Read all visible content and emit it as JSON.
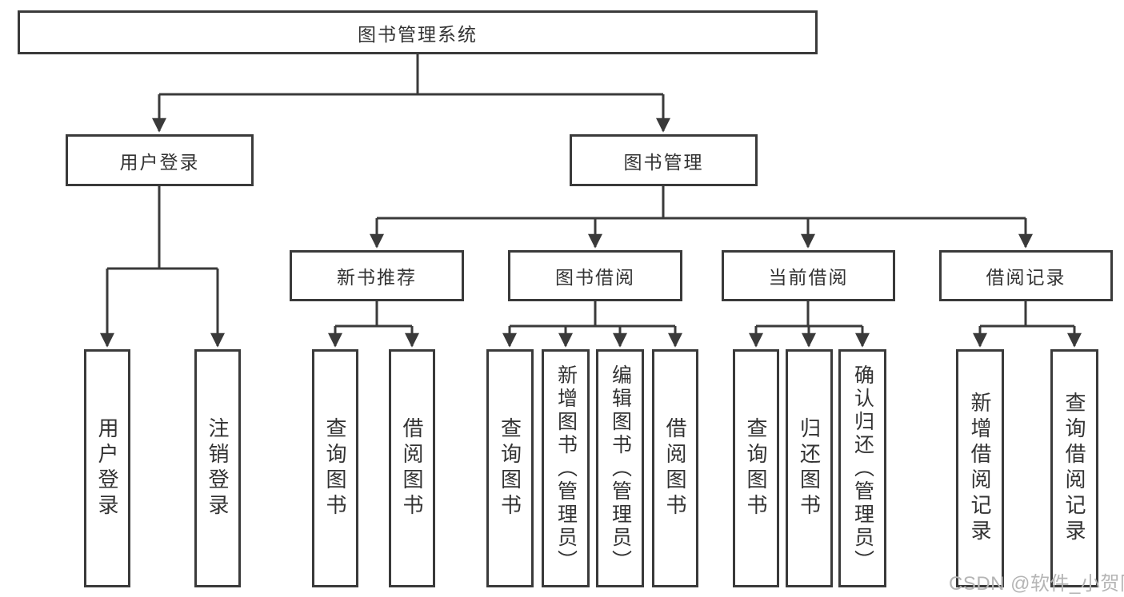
{
  "diagram": {
    "root": {
      "label": "图书管理系统"
    },
    "branches": [
      {
        "label": "用户登录",
        "leaves": [
          {
            "label": "用户登录"
          },
          {
            "label": "注销登录"
          }
        ]
      },
      {
        "label": "图书管理",
        "children": [
          {
            "label": "新书推荐",
            "leaves": [
              {
                "label": "查询图书"
              },
              {
                "label": "借阅图书"
              }
            ]
          },
          {
            "label": "图书借阅",
            "leaves": [
              {
                "label": "查询图书"
              },
              {
                "label": "新增图书（管理员）"
              },
              {
                "label": "编辑图书（管理员）"
              },
              {
                "label": "借阅图书"
              }
            ]
          },
          {
            "label": "当前借阅",
            "leaves": [
              {
                "label": "查询图书"
              },
              {
                "label": "归还图书"
              },
              {
                "label": "确认归还（管理员）"
              }
            ]
          },
          {
            "label": "借阅记录",
            "leaves": [
              {
                "label": "新增借阅记录"
              },
              {
                "label": "查询借阅记录"
              }
            ]
          }
        ]
      }
    ]
  },
  "watermark": {
    "text": "CSDN @软件_小贺同学"
  },
  "colors": {
    "line": "#3a3a3a",
    "text": "#333333",
    "watermark": "#b5b5b5",
    "background": "#ffffff"
  }
}
